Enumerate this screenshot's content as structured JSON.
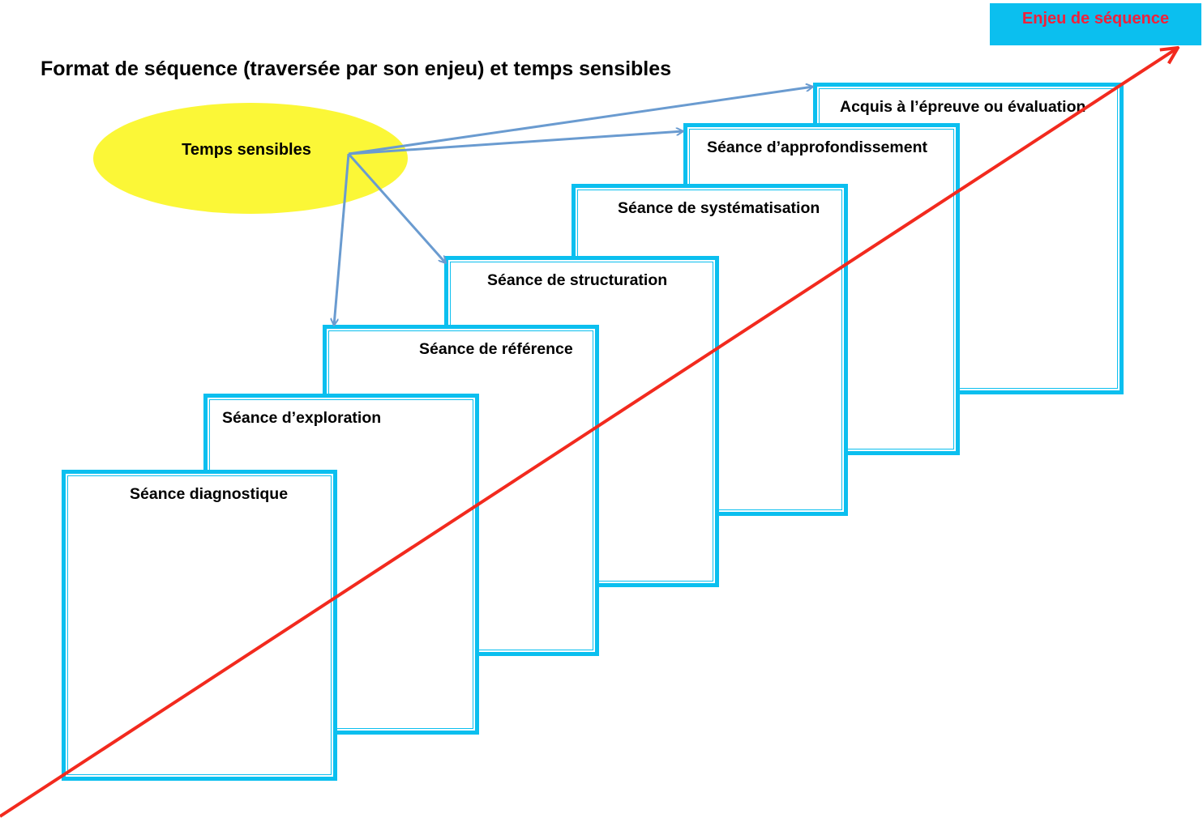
{
  "title": "Format de séquence (traversée par son enjeu) et temps sensibles",
  "ellipse_label": "Temps sensibles",
  "enjeu_label": "Enjeu de séquence",
  "boxes": [
    "Séance diagnostique",
    "Séance d’exploration",
    "Séance de référence",
    "Séance de structuration",
    "Séance de systématisation",
    "Séance d’approfondissement",
    "Acquis à l’épreuve ou évaluation"
  ],
  "colors": {
    "box": "#0bbfef",
    "ellipse": "#fbf737",
    "arrow_blue": "#6a9bd0",
    "arrow_red": "#f22a1e",
    "enjeu_text": "#f2203a"
  }
}
